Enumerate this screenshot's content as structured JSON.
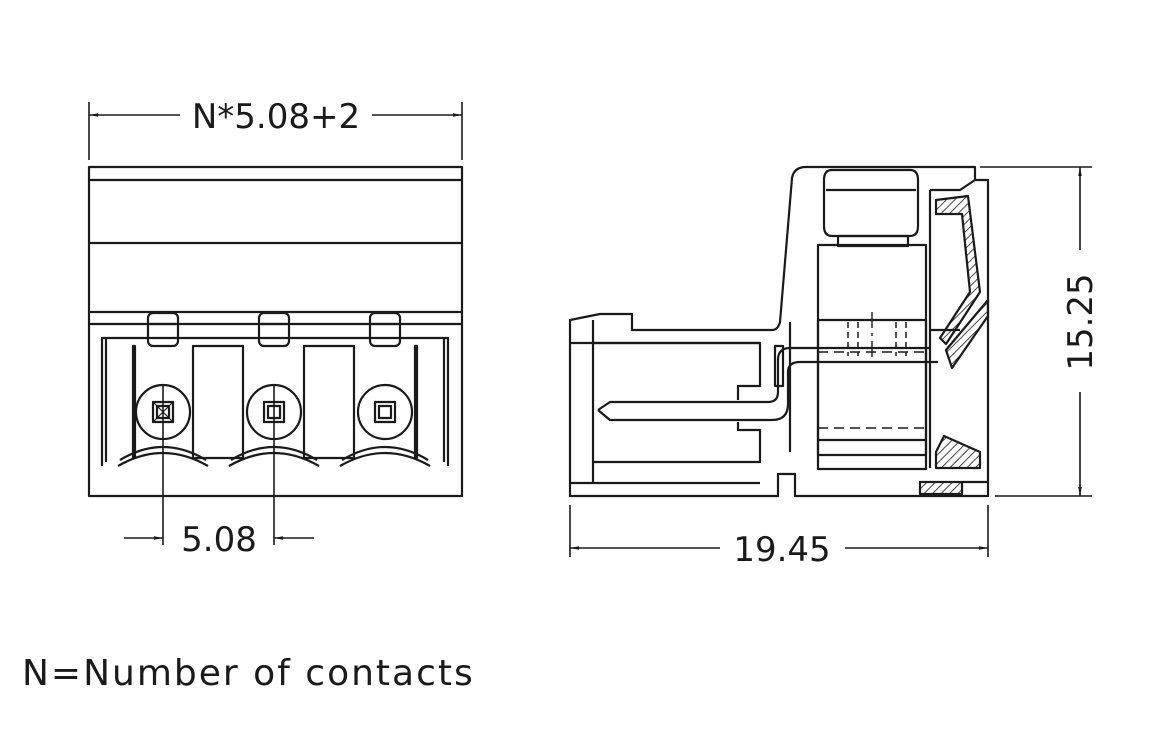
{
  "dimensions": {
    "overall_width": "N*5.08+2",
    "pitch": "5.08",
    "depth": "19.45",
    "height": "15.25"
  },
  "legend": {
    "note": "N=Number of contacts"
  },
  "colors": {
    "line": "#1a1a1a",
    "background": "#ffffff"
  }
}
